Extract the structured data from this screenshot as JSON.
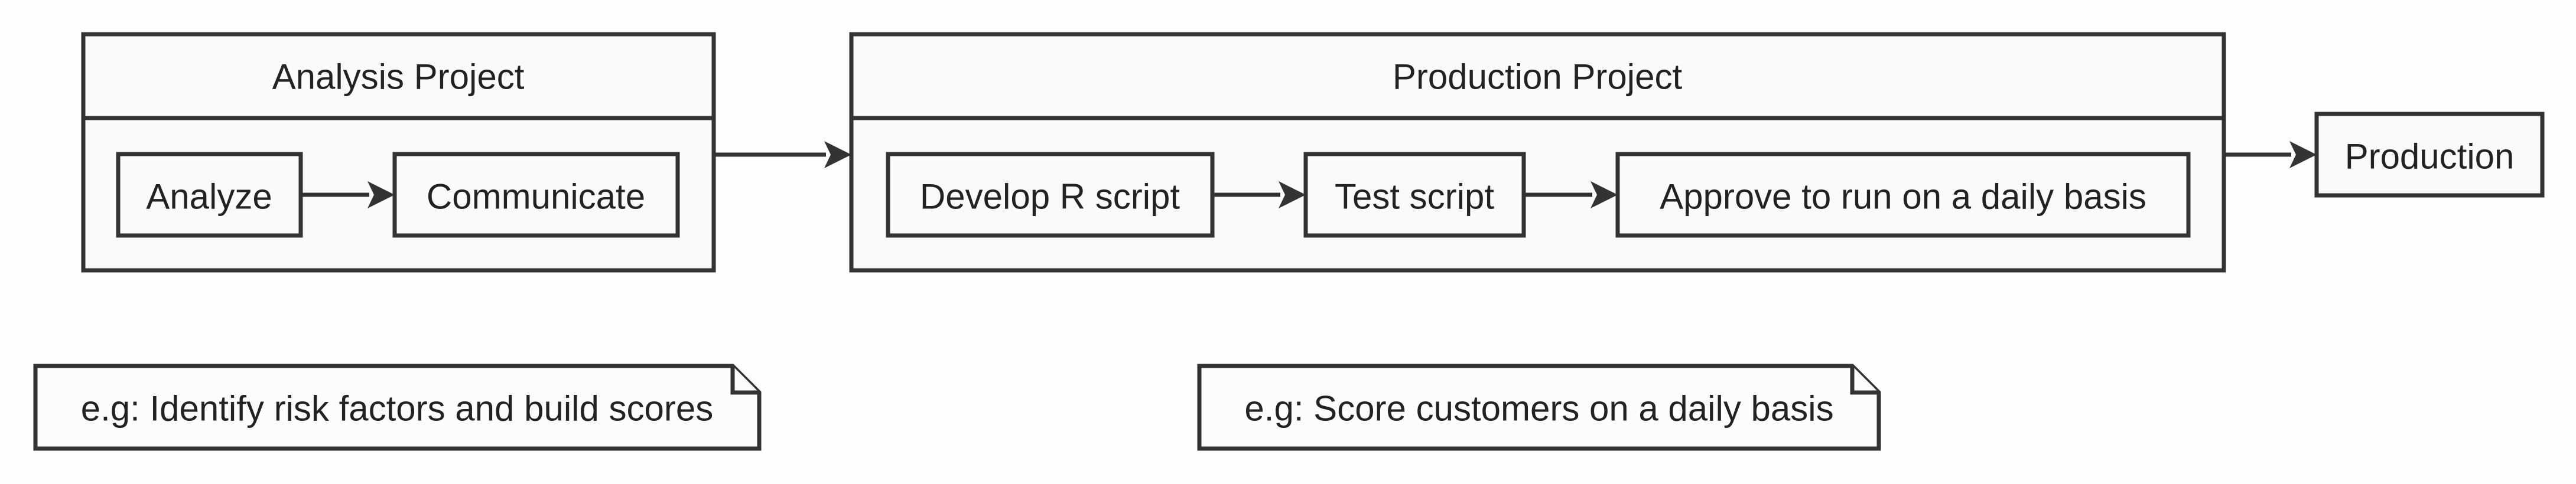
{
  "diagram": {
    "groups": {
      "analysis": {
        "title": "Analysis Project"
      },
      "production_project": {
        "title": "Production Project"
      }
    },
    "nodes": {
      "analyze": "Analyze",
      "communicate": "Communicate",
      "develop": "Develop R script",
      "test": "Test script",
      "approve": "Approve to run on a daily basis",
      "production": "Production"
    },
    "notes": {
      "analysis": "e.g: Identify risk factors and build scores",
      "production": "e.g: Score customers on a daily basis"
    },
    "edges": [
      {
        "from": "Analyze",
        "to": "Communicate"
      },
      {
        "from": "Analysis Project",
        "to": "Production Project"
      },
      {
        "from": "Develop R script",
        "to": "Test script"
      },
      {
        "from": "Test script",
        "to": "Approve to run on a daily basis"
      },
      {
        "from": "Production Project",
        "to": "Production"
      }
    ],
    "colors": {
      "stroke": "#333333",
      "fill": "#fafafa",
      "text": "#222222"
    }
  }
}
